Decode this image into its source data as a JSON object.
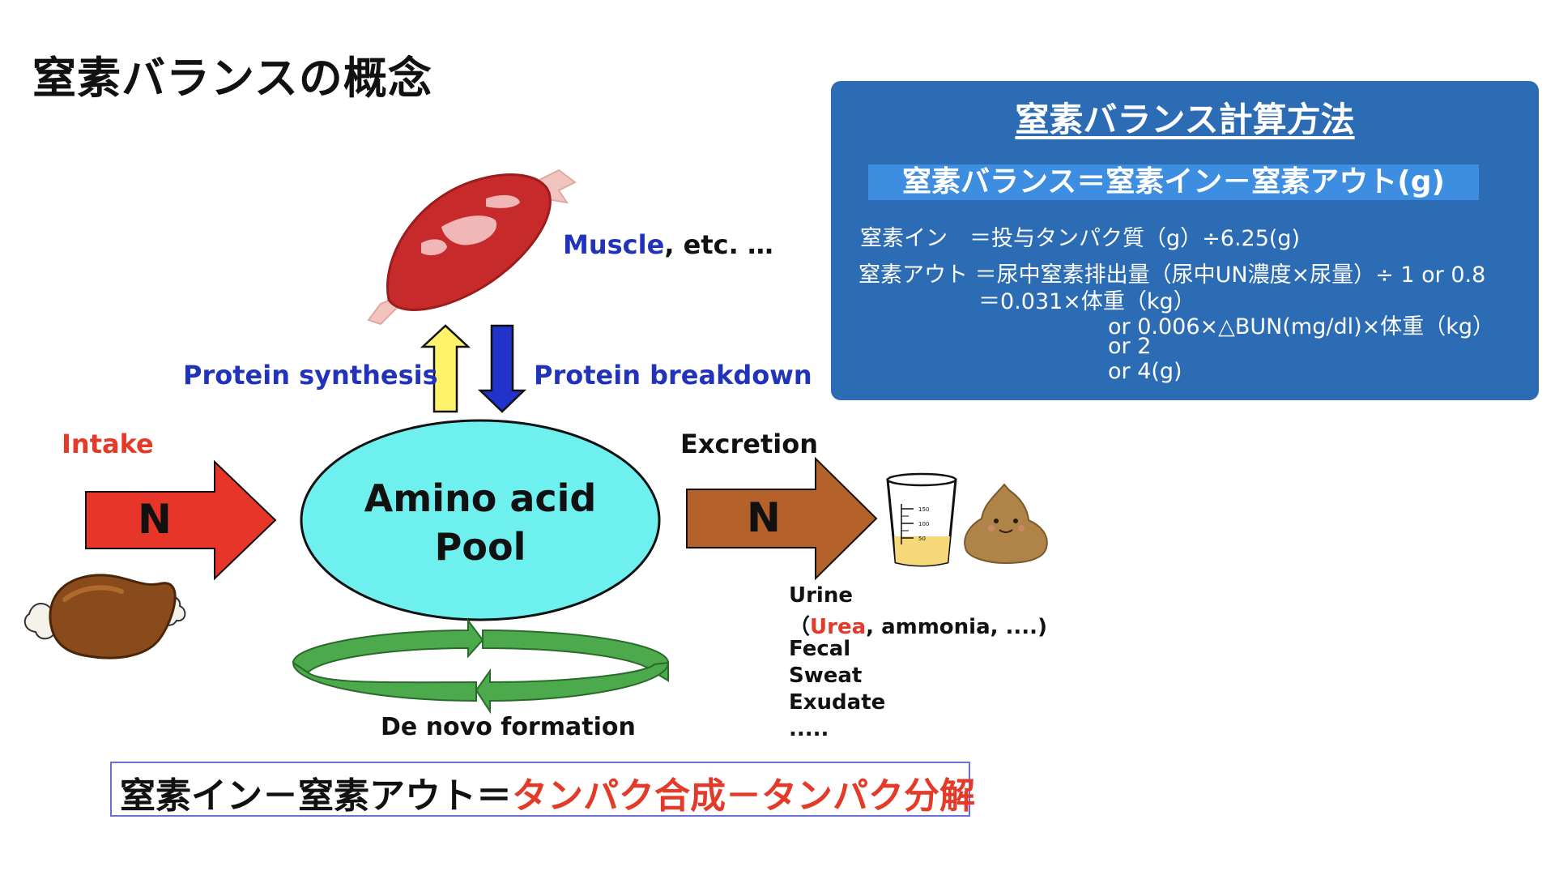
{
  "title": "窒素バランスの概念",
  "calc_panel": {
    "title": "窒素バランス計算方法",
    "formula": "窒素バランス＝窒素イン－窒素アウト(g)",
    "lines": [
      "窒素イン　＝投与タンパク質（g）÷6.25(g)",
      "窒素アウト ＝尿中窒素排出量（尿中UN濃度×尿量）÷ 1 or 0.8",
      "＝0.031×体重（kg）",
      "or 0.006×△BUN(mg/dl)×体重（kg）",
      "or 2",
      "or 4(g)"
    ]
  },
  "diagram": {
    "muscle_label": "Muscle",
    "muscle_suffix": ", etc. …",
    "protein_synthesis": "Protein synthesis",
    "protein_breakdown": "Protein breakdown",
    "intake": "Intake",
    "intake_n": "N",
    "pool_line1": "Amino acid",
    "pool_line2": "Pool",
    "excretion": "Excretion",
    "excretion_n": "N",
    "de_novo": "De novo formation",
    "cup_ticks": [
      "150",
      "100",
      "50"
    ],
    "excretion_list": {
      "urine": "Urine",
      "open_paren": "（",
      "urea": "Urea",
      "urine_rest": ", ammonia, ....)",
      "fecal": "Fecal",
      "sweat": "Sweat",
      "exudate": "Exudate",
      "more": "....."
    }
  },
  "equation": {
    "left": "窒素イン－窒素アウト＝",
    "right": "タンパク合成－タンパク分解"
  },
  "colors": {
    "panel_bg": "#2b6cb5",
    "formula_bar": "#3d8de0",
    "intake_arrow": "#e8352a",
    "excretion_arrow": "#b5612a",
    "pool_fill": "#6ef0ef",
    "synthesis_arrow": "#fff36a",
    "breakdown_arrow": "#2233cc",
    "cycle_green": "#4caa4c"
  }
}
